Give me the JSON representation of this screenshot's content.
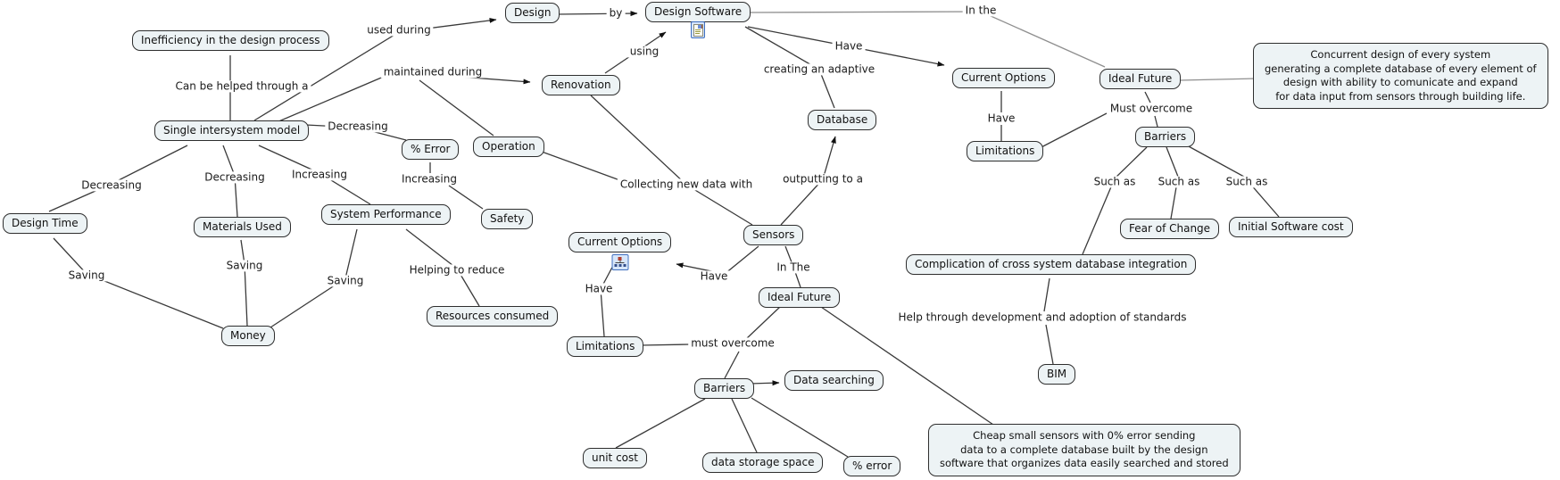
{
  "app": {
    "type": "concept-map",
    "colors": {
      "background": "#ffffff",
      "node_fill": "#edf3f5",
      "node_border": "#2e2e2e",
      "connector": "#3a3a3a",
      "connector_light": "#8f8f8f",
      "icon_selection_blue": "#3f6fbf"
    },
    "icons": {
      "design_software": "resource-document-icon",
      "current_options_mid": "hierarchy-tree-icon"
    }
  },
  "nodes": {
    "inefficiency": {
      "label": "Inefficiency in the design process"
    },
    "design": {
      "label": "Design"
    },
    "design_software": {
      "label": "Design Software"
    },
    "single_model": {
      "label": "Single intersystem model"
    },
    "renovation": {
      "label": "Renovation"
    },
    "operation": {
      "label": "Operation"
    },
    "pct_error_top": {
      "label": "% Error"
    },
    "safety": {
      "label": "Safety"
    },
    "system_performance": {
      "label": "System Performance"
    },
    "materials_used": {
      "label": "Materials Used"
    },
    "design_time": {
      "label": "Design Time"
    },
    "money": {
      "label": "Money"
    },
    "resources_consumed": {
      "label": "Resources consumed"
    },
    "database": {
      "label": "Database"
    },
    "sensors": {
      "label": "Sensors"
    },
    "current_options_mid": {
      "label": "Current Options"
    },
    "limitations_mid": {
      "label": "Limitations"
    },
    "ideal_future_mid": {
      "label": "Ideal Future"
    },
    "barriers_mid": {
      "label": "Barriers"
    },
    "data_searching": {
      "label": "Data searching"
    },
    "unit_cost": {
      "label": "unit cost"
    },
    "data_storage": {
      "label": "data storage space"
    },
    "pct_error_bottom": {
      "label": "% error"
    },
    "cheap_sensors": {
      "label": "Cheap small sensors with 0% error sending\ndata to a complete database built by the design\nsoftware that organizes data easily searched and stored"
    },
    "current_options_top": {
      "label": "Current Options"
    },
    "limitations_top": {
      "label": "Limitations"
    },
    "ideal_future_top": {
      "label": "Ideal Future"
    },
    "barriers_top": {
      "label": "Barriers"
    },
    "fear_of_change": {
      "label": "Fear of Change"
    },
    "initial_software_cost": {
      "label": "Initial Software cost"
    },
    "complication": {
      "label": "Complication of cross system database integration"
    },
    "bim": {
      "label": "BIM"
    },
    "concurrent": {
      "label": "Concurrent design of every system\ngenerating a complete database of every element of\ndesign with ability to comunicate and expand\nfor data input from sensors through building life."
    }
  },
  "edge_labels": {
    "can_be_helped": {
      "label": "Can be helped through a"
    },
    "used_during": {
      "label": "used during"
    },
    "maintained_during": {
      "label": "maintained during"
    },
    "by": {
      "label": "by"
    },
    "using": {
      "label": "using"
    },
    "in_the_top": {
      "label": "In the"
    },
    "have_design_software": {
      "label": "Have"
    },
    "creating_adaptive": {
      "label": "creating an adaptive"
    },
    "have_current_options_top": {
      "label": "Have"
    },
    "must_overcome_top": {
      "label": "Must overcome"
    },
    "such_as_1": {
      "label": "Such as"
    },
    "such_as_2": {
      "label": "Such as"
    },
    "such_as_3": {
      "label": "Such as"
    },
    "decreasing_right": {
      "label": "Decreasing"
    },
    "decreasing_left": {
      "label": "Decreasing"
    },
    "decreasing_mid": {
      "label": "Decreasing"
    },
    "increasing_sp": {
      "label": "Increasing"
    },
    "increasing_err": {
      "label": "Increasing"
    },
    "saving_dt": {
      "label": "Saving"
    },
    "saving_mu": {
      "label": "Saving"
    },
    "saving_sp": {
      "label": "Saving"
    },
    "helping_reduce": {
      "label": "Helping to reduce"
    },
    "collecting": {
      "label": "Collecting new data with"
    },
    "outputting": {
      "label": "outputting to a"
    },
    "have_sensors": {
      "label": "Have"
    },
    "in_the_mid": {
      "label": "In The"
    },
    "have_current_options_mid": {
      "label": "Have"
    },
    "must_overcome_mid": {
      "label": "must overcome"
    },
    "help_standards": {
      "label": "Help through development and adoption of standards"
    }
  }
}
